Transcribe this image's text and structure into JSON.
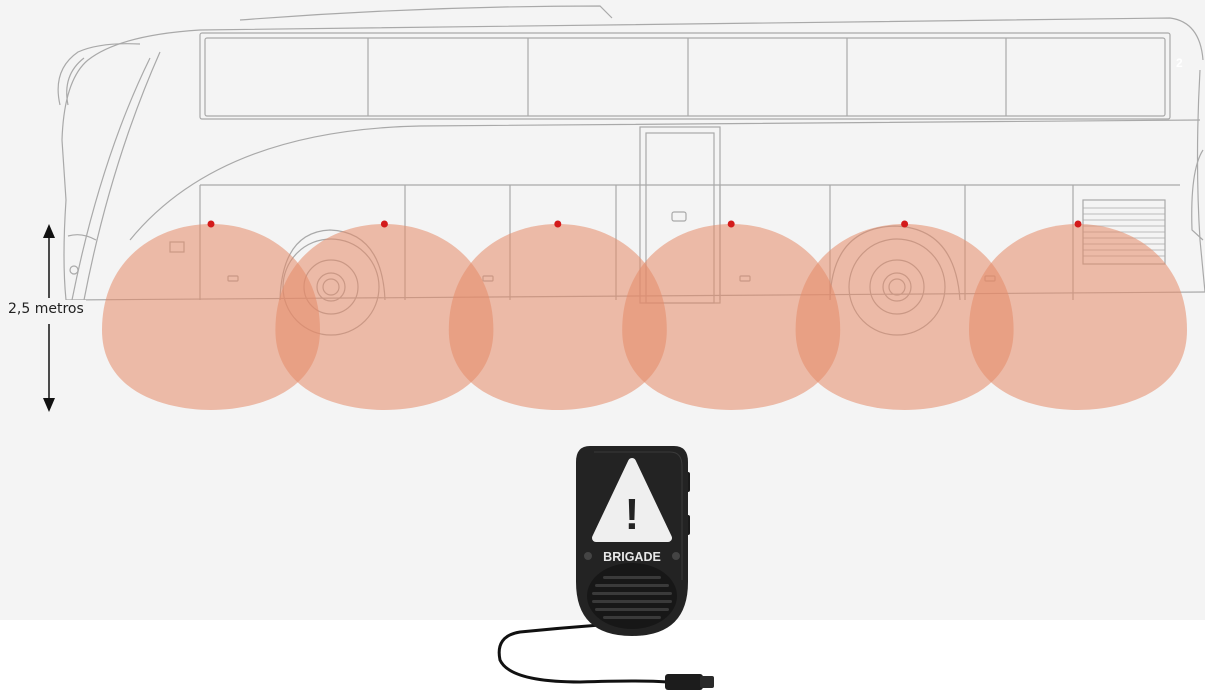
{
  "dimension": {
    "label": "2,5 metros"
  },
  "device": {
    "brand": "BRIGADE",
    "warning_symbol": "!"
  },
  "corner_number": "2",
  "sensor_count": 6,
  "colors": {
    "zone": "#e58a68",
    "sensor": "#d31b1b",
    "outline": "#a9a9a9",
    "background": "#f4f4f4"
  }
}
